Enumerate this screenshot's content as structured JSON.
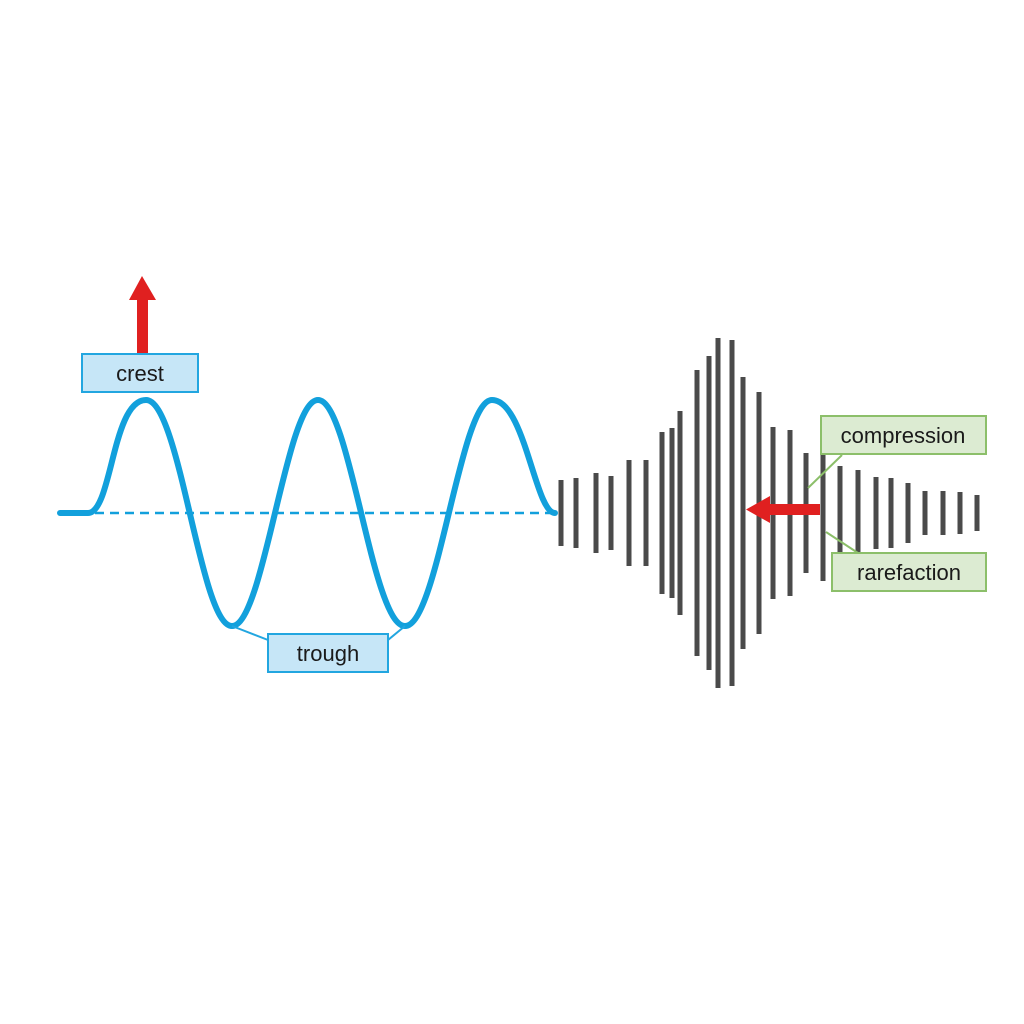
{
  "labels": {
    "crest": "crest",
    "trough": "trough",
    "compression": "compression",
    "rarefaction": "rarefaction"
  },
  "icons": {
    "up_arrow": "up-arrow-icon",
    "left_arrow": "left-arrow-icon"
  },
  "colors": {
    "transverse_wave": "#12a0dc",
    "transverse_label_fill": "#c6e6f7",
    "transverse_label_border": "#22a6e0",
    "longitudinal_bars": "#4a4a4a",
    "longitudinal_label_fill": "#dcebd2",
    "longitudinal_label_border": "#8cbf6a",
    "arrow": "#e02020"
  }
}
